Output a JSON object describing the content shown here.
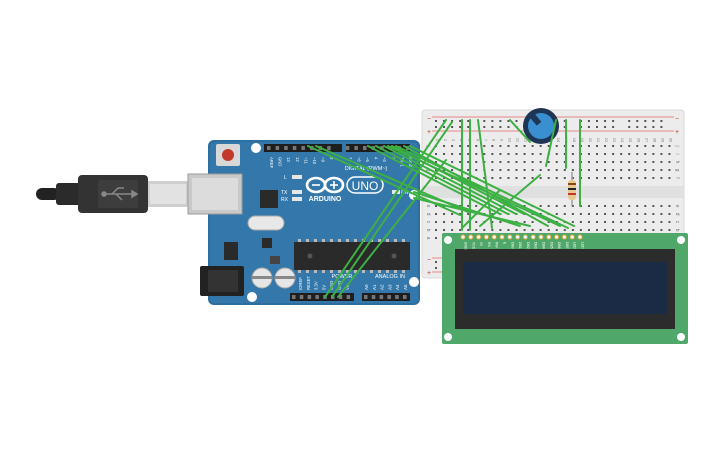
{
  "arduino": {
    "brand": "ARDUINO",
    "model": "UNO",
    "digital_label": "DIGITAL (PWM~)",
    "power_label": "POWER",
    "analog_label": "ANALOG IN",
    "led_labels": [
      "L",
      "TX",
      "RX"
    ],
    "on_label": "ON",
    "top_pin_labels": [
      "AREF",
      "GND",
      "13",
      "12",
      "~11",
      "~10",
      "~9",
      "8",
      "7",
      "~6",
      "~5",
      "4",
      "~3",
      "2",
      "TX▸1",
      "RX◂0"
    ],
    "power_pin_labels": [
      "IOREF",
      "RESET",
      "3.3V",
      "5V",
      "GND",
      "GND",
      "Vin"
    ],
    "analog_pin_labels": [
      "A0",
      "A1",
      "A2",
      "A3",
      "A4",
      "A5"
    ]
  },
  "breadboard": {
    "rail_plus": "+",
    "rail_minus": "−",
    "column_numbers": [
      "1",
      "2",
      "3",
      "4",
      "5",
      "6",
      "7",
      "8",
      "9",
      "10",
      "11",
      "12",
      "13",
      "14",
      "15",
      "16",
      "17",
      "18",
      "19",
      "20",
      "21",
      "22",
      "23",
      "24",
      "25",
      "26",
      "27",
      "28",
      "29",
      "30"
    ],
    "row_letters_top": [
      "j",
      "i",
      "h",
      "g",
      "f"
    ],
    "row_letters_bottom": [
      "e",
      "d",
      "c",
      "b",
      "a"
    ]
  },
  "lcd": {
    "pin_labels": [
      "GND",
      "VCC",
      "V0",
      "RS",
      "RW",
      "E",
      "DB0",
      "DB1",
      "DB2",
      "DB3",
      "DB4",
      "DB5",
      "DB6",
      "DB7",
      "LED",
      "LED"
    ]
  },
  "colors": {
    "arduino_blue": "#2e6e9e",
    "wire_green": "#3cb043",
    "lcd_green": "#4fa86a",
    "lcd_screen": "#1c2b45",
    "breadboard": "#ececec"
  }
}
